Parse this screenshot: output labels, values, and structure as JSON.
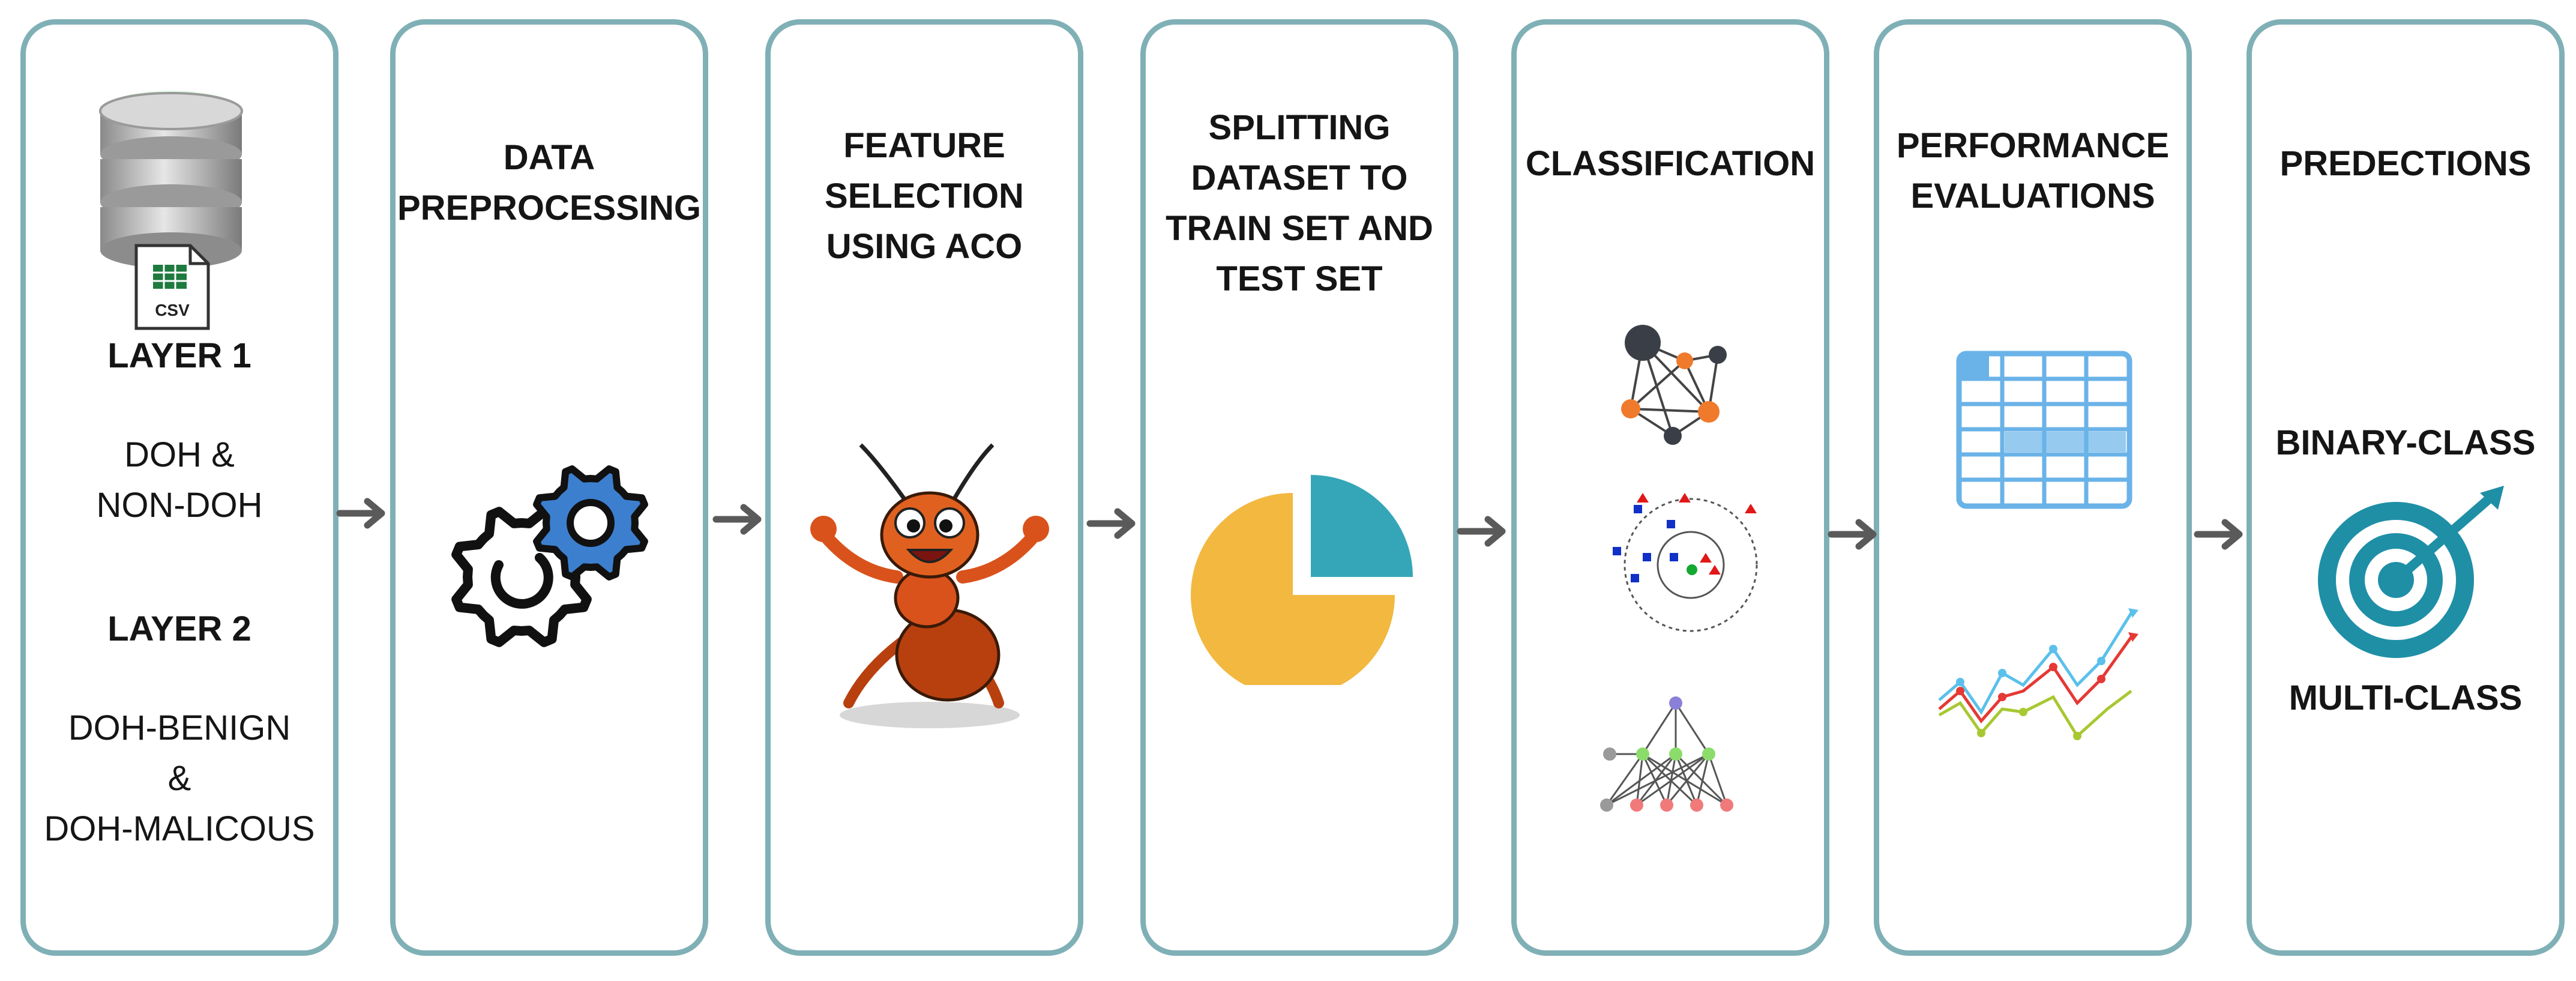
{
  "colors": {
    "border": "#7fb0b6",
    "arrow": "#5a5a5a",
    "gear_blue": "#3d7fcf",
    "ant": "#d9521c",
    "pie_yellow": "#f2b840",
    "pie_teal": "#35a6b8",
    "table_blue": "#6ab3e8",
    "target_teal": "#1f8fa6"
  },
  "stages": [
    {
      "title": "",
      "icon": "database-csv-icon",
      "csv_label": "CSV",
      "layers": [
        {
          "heading": "LAYER 1",
          "text": "DOH &\nNON-DOH"
        },
        {
          "heading": "LAYER 2",
          "text": "DOH-BENIGN\n&\nDOH-MALICOUS"
        }
      ]
    },
    {
      "title": "DATA\nPREPROCESSING",
      "icon": "gears-icon"
    },
    {
      "title": "FEATURE\nSELECTION\nUSING ACO",
      "icon": "ant-icon"
    },
    {
      "title": "SPLITTING\nDATASET TO\nTRAIN SET AND\nTEST SET",
      "icon": "pie-chart-icon"
    },
    {
      "title": "CLASSIFICATION",
      "icons": [
        "network-graph-icon",
        "knn-scatter-icon",
        "neural-network-icon"
      ]
    },
    {
      "title": "PERFORMANCE\nEVALUATIONS",
      "icons": [
        "table-icon",
        "line-chart-icon"
      ]
    },
    {
      "title": "PREDECTIONS",
      "icon": "target-icon",
      "labels": [
        "BINARY-CLASS",
        "MULTI-CLASS"
      ]
    }
  ],
  "arrows": [
    "arrow-1-2",
    "arrow-2-3",
    "arrow-3-4",
    "arrow-4-5",
    "arrow-5-6",
    "arrow-6-7"
  ]
}
